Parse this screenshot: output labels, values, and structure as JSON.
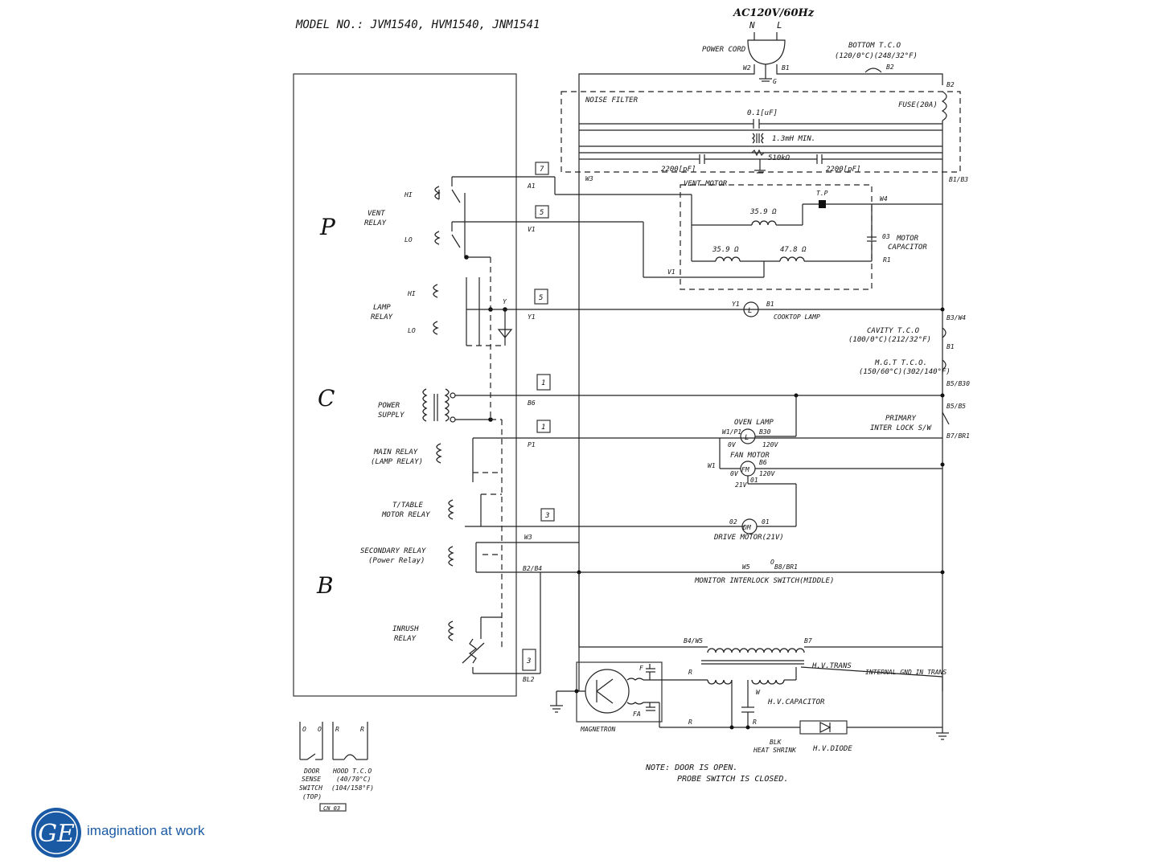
{
  "title": "MODEL NO.: JVM1540, HVM1540, JNM1541",
  "power": {
    "supply": "AC120V/60Hz",
    "n": "N",
    "l": "L",
    "cord": "POWER CORD",
    "w2": "W2",
    "b1": "B1",
    "g": "G"
  },
  "tco": {
    "bottom1": "BOTTOM T.C.O",
    "bottom2": "(120/0°C)(248/32°F)",
    "bottom_terminal": "B2",
    "cavity1": "CAVITY T.C.O",
    "cavity2": "(100/0°C)(212/32°F)",
    "mgt1": "M.G.T T.C.O.",
    "mgt2": "(150/60°C)(302/140°F)",
    "hood1": "HOOD T.C.O",
    "hood2": "(40/70°C)",
    "hood3": "(104/158°F)"
  },
  "filter": {
    "name": "NOISE FILTER",
    "fuse": "FUSE(20A)",
    "cap1": "0.1[uF]",
    "choke": "1.3mH MIN.",
    "res": "510kΩ",
    "cap2": "2200[pF]",
    "cap3": "2200[pF]",
    "b2": "B2",
    "w3": "W3",
    "b1b3": "B1/B3"
  },
  "board": {
    "p": "P",
    "c": "C",
    "b": "B",
    "vent_relay1": "VENT",
    "vent_relay2": "RELAY",
    "hi": "HI",
    "lo": "LO",
    "lamp_relay1": "LAMP",
    "lamp_relay2": "RELAY",
    "power_supply1": "POWER",
    "power_supply2": "SUPPLY",
    "main_relay1": "MAIN RELAY",
    "main_relay2": "(LAMP RELAY)",
    "ttable1": "T/TABLE",
    "ttable2": "MOTOR RELAY",
    "secondary1": "SECONDARY RELAY",
    "secondary2": "(Power Relay)",
    "inrush1": "INRUSH",
    "inrush2": "RELAY",
    "y": "Y"
  },
  "connectors": {
    "c7": "7",
    "c5a": "5",
    "c5b": "5",
    "c1a": "1",
    "c1b": "1",
    "c3a": "3",
    "c3b": "3",
    "a1": "A1",
    "v1": "V1",
    "y1": "Y1",
    "b6": "B6",
    "p1": "P1",
    "w3": "W3",
    "b2b4": "B2/B4",
    "bl2": "BL2"
  },
  "vent_motor": {
    "name": "VENT MOTOR",
    "tp": "T.P",
    "r1": "35.9 Ω",
    "r2": "35.9 Ω",
    "r3": "47.8 Ω",
    "cap1": "03",
    "cap2": "MOTOR",
    "cap3": "CAPACITOR",
    "w4": "W4",
    "r1t": "R1",
    "v1": "V1"
  },
  "loads": {
    "cooktop_lamp": "COOKTOP LAMP",
    "lamp_y1": "Y1",
    "lamp_b1": "B1",
    "lamp_l": "L",
    "b3w4": "B3/W4",
    "b1": "B1",
    "b5b30": "B5/B30",
    "b5b5": "B5/B5",
    "primary1": "PRIMARY",
    "primary2": "INTER LOCK S/W",
    "b7br1": "B7/BR1",
    "oven_lamp": "OVEN LAMP",
    "w1p1": "W1/P1",
    "b30": "B30",
    "ov1": "0V",
    "v120a": "120V",
    "fan_motor": "FAN MOTOR",
    "fm": "FM",
    "b6": "B6",
    "w1": "W1",
    "ov2": "0V",
    "v120b": "120V",
    "o1a": "01",
    "v21": "21V",
    "o2": "02",
    "o1b": "01",
    "dm": "DM",
    "drive_motor": "DRIVE MOTOR(21V)",
    "w5": "W5",
    "o": "O",
    "b8br1": "B8/BR1",
    "monitor": "MONITOR INTERLOCK SWITCH(MIDDLE)"
  },
  "hv": {
    "b4w5": "B4/W5",
    "b7": "B7",
    "trans": "H.V.TRANS",
    "gnd": "INTERNAL GND IN TRANS",
    "r_a": "R",
    "r_b": "R",
    "r_c": "R",
    "w": "W",
    "cap": "H.V.CAPACITOR",
    "blk1": "BLK",
    "blk2": "HEAT SHRINK",
    "diode": "H.V.DIODE",
    "magnetron": "MAGNETRON",
    "f": "F",
    "fa": "FA"
  },
  "door": {
    "o1": "O",
    "o2": "O",
    "r1": "R",
    "r2": "R",
    "ds1": "DOOR",
    "ds2": "SENSE",
    "ds3": "SWITCH",
    "ds4": "(TOP)",
    "cn": "CN 03"
  },
  "note": {
    "line1": "NOTE: DOOR IS OPEN.",
    "line2": "PROBE SWITCH IS CLOSED."
  },
  "brand": {
    "logo": "GE",
    "tagline": "imagination at work"
  }
}
